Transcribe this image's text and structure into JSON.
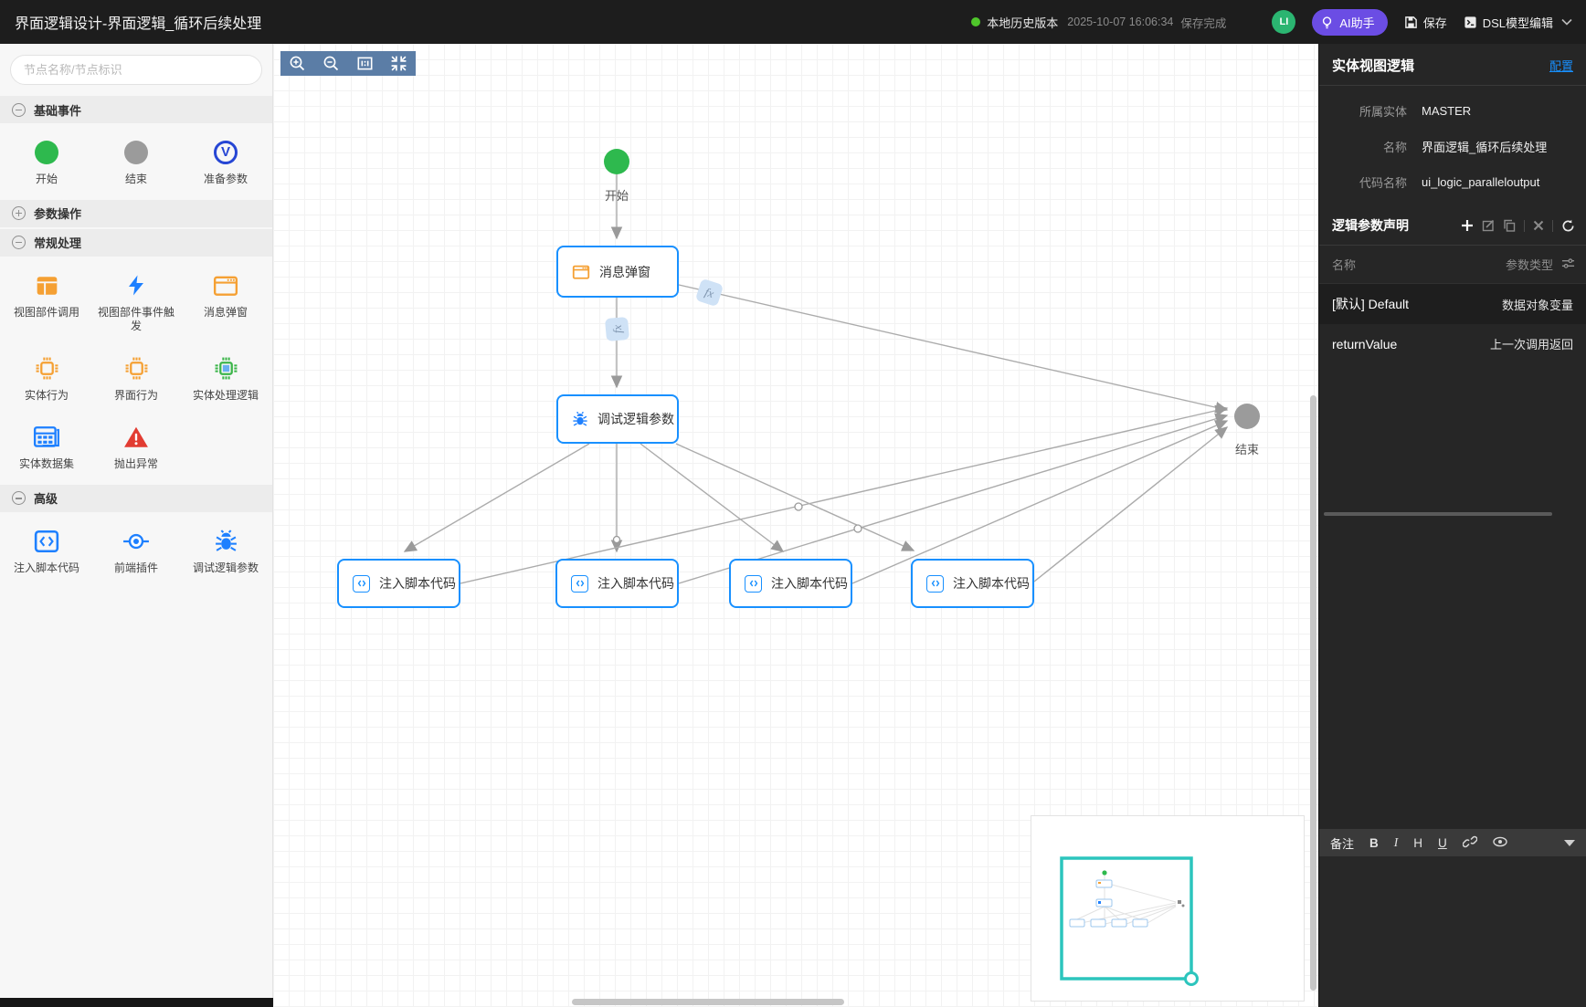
{
  "topbar": {
    "title": "界面逻辑设计-界面逻辑_循环后续处理",
    "version_label": "本地历史版本",
    "timestamp": "2025-10-07 16:06:34",
    "save_status": "保存完成",
    "avatar": "LI",
    "ai_assistant": "AI助手",
    "save": "保存",
    "dsl_edit": "DSL模型编辑"
  },
  "sidebar": {
    "search_placeholder": "节点名称/节点标识",
    "sections": [
      {
        "label": "基础事件",
        "collapsed": false
      },
      {
        "label": "参数操作",
        "collapsed": true
      },
      {
        "label": "常规处理",
        "collapsed": false
      },
      {
        "label": "高级",
        "collapsed": false
      }
    ],
    "basic_items": [
      {
        "label": "开始",
        "icon": "green-circle"
      },
      {
        "label": "结束",
        "icon": "gray-circle"
      },
      {
        "label": "准备参数",
        "icon": "circled-v",
        "icon_letter": "V"
      }
    ],
    "common_items": [
      {
        "label": "视图部件调用",
        "icon": "widget-layout"
      },
      {
        "label": "视图部件事件触发",
        "icon": "lightning"
      },
      {
        "label": "消息弹窗",
        "icon": "message-window"
      },
      {
        "label": "实体行为",
        "icon": "cpu-orange"
      },
      {
        "label": "界面行为",
        "icon": "cpu-orange"
      },
      {
        "label": "实体处理逻辑",
        "icon": "cpu-green"
      },
      {
        "label": "实体数据集",
        "icon": "dataset-table"
      },
      {
        "label": "抛出异常",
        "icon": "warning-triangle"
      }
    ],
    "advanced_items": [
      {
        "label": "注入脚本代码",
        "icon": "code-brackets"
      },
      {
        "label": "前端插件",
        "icon": "plugin-node"
      },
      {
        "label": "调试逻辑参数",
        "icon": "bug"
      }
    ]
  },
  "canvas": {
    "toolbar_icons": [
      "zoom-in",
      "zoom-out",
      "one-to-one",
      "fit-view"
    ],
    "nodes": {
      "start": "开始",
      "popup": "消息弹窗",
      "debug": "调试逻辑参数",
      "script": "注入脚本代码",
      "end": "结束"
    },
    "edge_badge": "fx"
  },
  "panel": {
    "title": "实体视图逻辑",
    "config": "配置",
    "fields": [
      {
        "label": "所属实体",
        "value": "MASTER"
      },
      {
        "label": "名称",
        "value": "界面逻辑_循环后续处理"
      },
      {
        "label": "代码名称",
        "value": "ui_logic_paralleloutput"
      }
    ],
    "params": {
      "title": "逻辑参数声明",
      "col_name": "名称",
      "col_type": "参数类型",
      "rows": [
        {
          "name": "[默认] Default",
          "type": "数据对象变量",
          "selected": true
        },
        {
          "name": "returnValue",
          "type": "上一次调用返回",
          "selected": false
        }
      ]
    },
    "note": {
      "label": "备注",
      "bold": "B",
      "italic": "I",
      "heading": "H",
      "underline": "U"
    }
  },
  "colors": {
    "accent_blue": "#1890ff",
    "purple": "#6b4de4",
    "node_green": "#2eb94e",
    "node_gray": "#9b9b9b",
    "minimap_teal": "#2cc5bd",
    "icon_orange": "#f5a033",
    "icon_red": "#e23c32",
    "topbar_bg": "#1d1d1d",
    "panel_bg": "#262626",
    "flow_toolbar_bg": "#5b7da6"
  }
}
